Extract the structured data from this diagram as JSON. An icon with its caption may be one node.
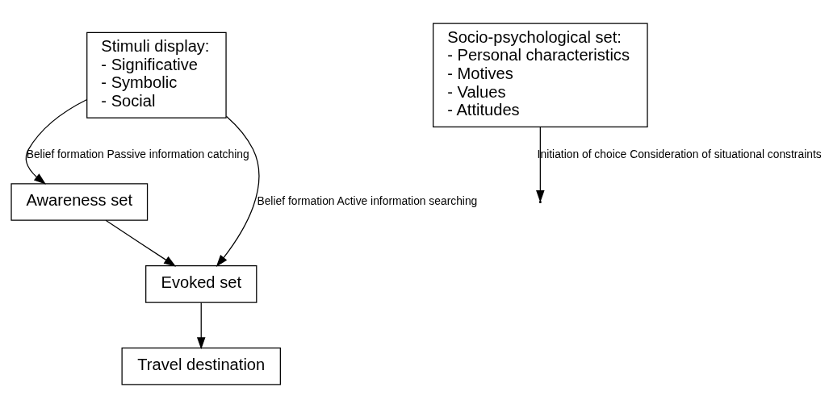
{
  "diagram": {
    "nodes": [
      {
        "text": [
          "Awareness set"
        ]
      },
      {
        "text": [
          "Stimuli display:",
          "- Significative",
          "- Symbolic",
          "- Social"
        ]
      },
      {
        "text": [
          "Socio-psychological set:",
          "- Personal characteristics",
          "- Motives",
          "- Values",
          "- Attitudes"
        ]
      },
      {
        "text": [
          "Evoked set"
        ]
      },
      {
        "text": [
          "Travel destination"
        ]
      }
    ],
    "edges": [
      {
        "from": 1,
        "to": 0,
        "arrow": "to",
        "label": "Belief formation Passive information catching"
      },
      {
        "from": 0,
        "to": 3,
        "arrow": "to"
      },
      {
        "from": 2,
        "to": null,
        "arrow": "to",
        "label": "Initiation of choice Consideration of situational constraints"
      },
      {
        "from": 1,
        "to": 3,
        "arrow": "to",
        "label": "Belief formation Active information searching"
      },
      {
        "from": 3,
        "to": 4,
        "arrow": "to"
      }
    ]
  }
}
